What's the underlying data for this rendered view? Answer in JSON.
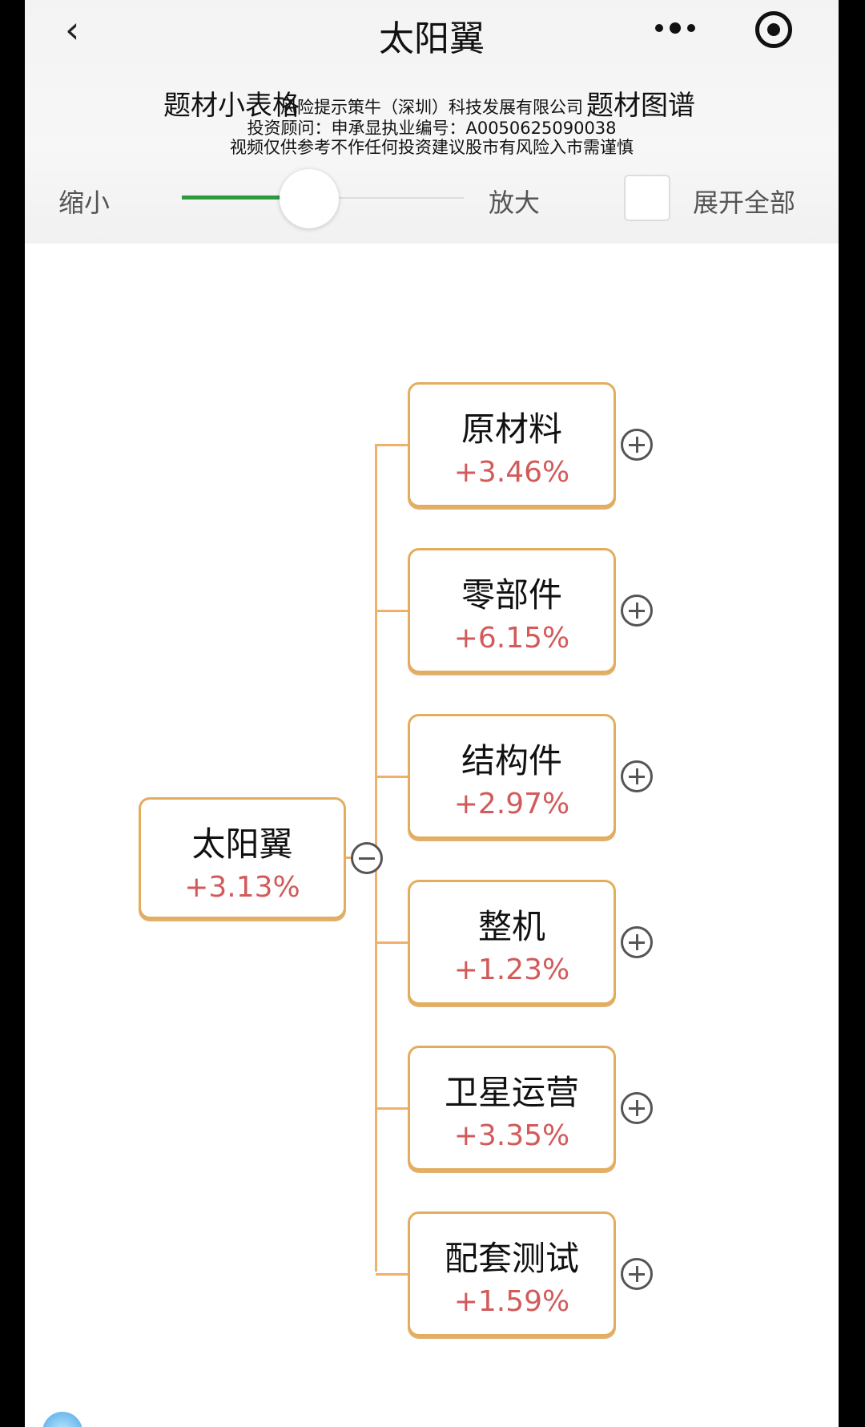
{
  "header": {
    "title": "太阳翼",
    "back_icon": "chevron-left-icon",
    "more_icon": "more-dots-icon",
    "target_icon": "target-icon"
  },
  "tabs": [
    {
      "label": "题材小表格"
    },
    {
      "label": "题材图谱"
    }
  ],
  "watermark": {
    "line1": "风险提示策牛（深圳）科技发展有限公司",
    "line2": "投资顾问：申承显执业编号：A0050625090038",
    "line3": "视频仅供参考不作任何投资建议股市有风险入市需谨慎"
  },
  "zoom": {
    "min_label": "缩小",
    "max_label": "放大",
    "level_percent": 35,
    "accent": "#2e9a3e"
  },
  "expand_all": {
    "label": "展开全部",
    "checked": false
  },
  "tree": {
    "root": {
      "name": "太阳翼",
      "change": "+3.13%"
    },
    "children": [
      {
        "name": "原材料",
        "change": "+3.46%"
      },
      {
        "name": "零部件",
        "change": "+6.15%"
      },
      {
        "name": "结构件",
        "change": "+2.97%"
      },
      {
        "name": "整机",
        "change": "+1.23%"
      },
      {
        "name": "卫星运营",
        "change": "+3.35%"
      },
      {
        "name": "配套测试",
        "change": "+1.59%"
      }
    ],
    "colors": {
      "border": "#e3ad5e",
      "line": "#f1b06a",
      "change": "#d25a5a"
    }
  }
}
